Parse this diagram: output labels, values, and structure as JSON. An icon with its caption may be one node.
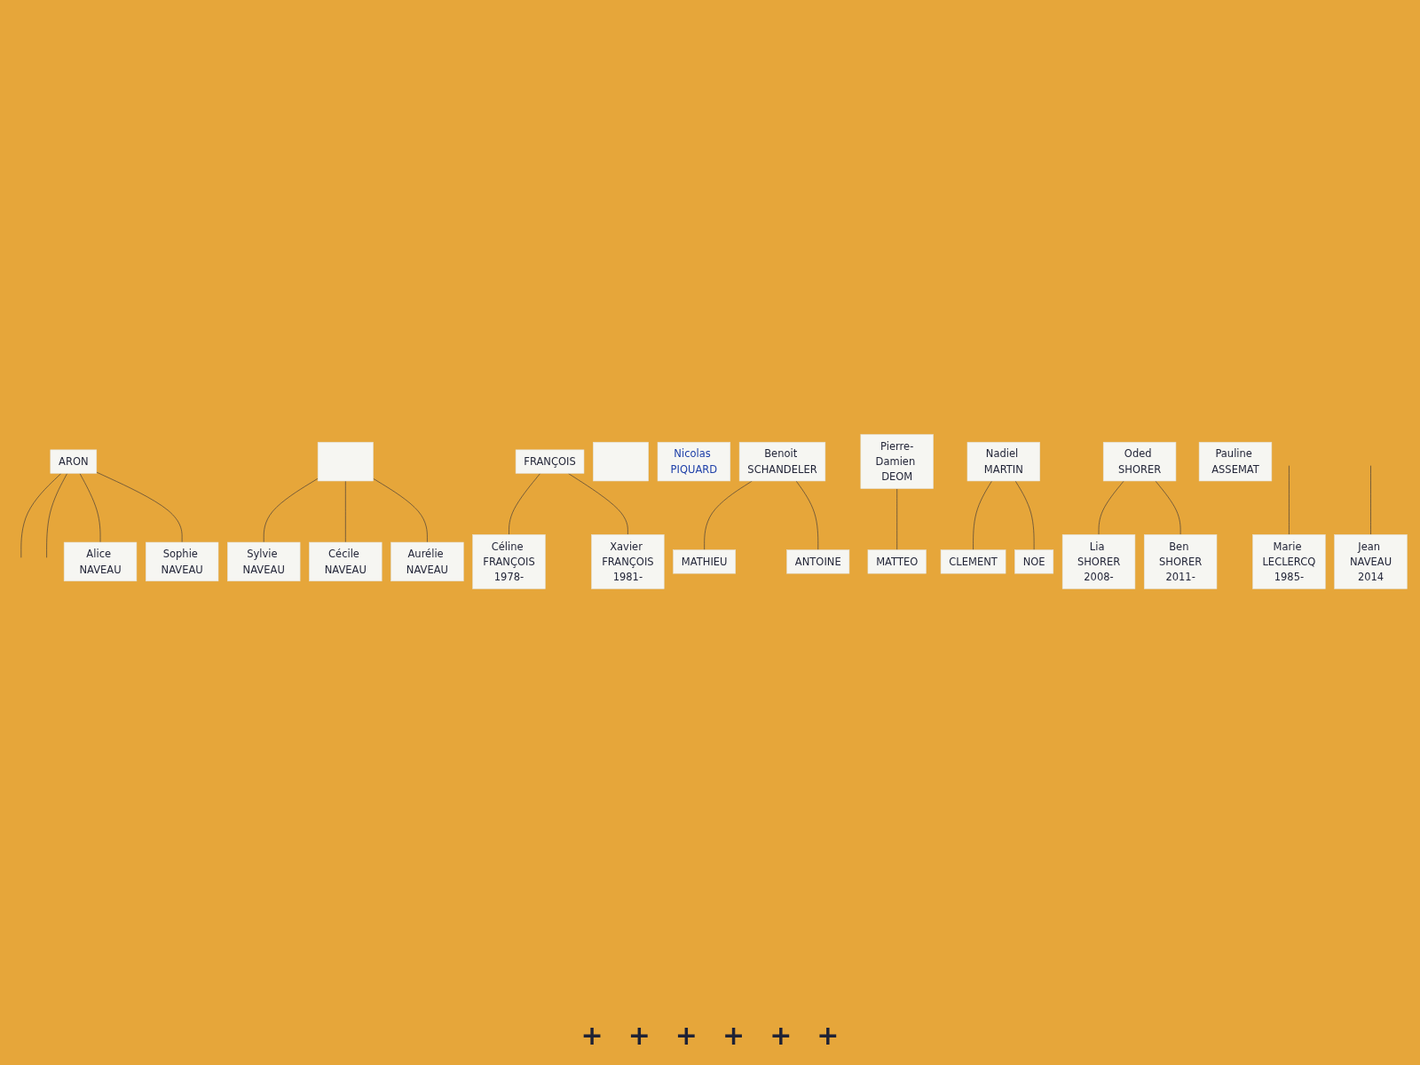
{
  "diagram": {
    "nodes": [
      {
        "text": [
          "ARON"
        ]
      },
      {
        "text": [],
        "shape": "box"
      },
      {
        "text": [
          "FRANÇOIS"
        ]
      },
      {
        "text": [],
        "shape": "box"
      },
      {
        "text": [
          "Alice NAVEAU"
        ]
      },
      {
        "text": [
          "Sophie NAVEAU"
        ]
      },
      {
        "text": [
          "Sylvie NAVEAU"
        ]
      },
      {
        "text": [
          "Cécile NAVEAU"
        ]
      },
      {
        "text": [
          "Aurélie NAVEAU"
        ]
      },
      {
        "text": [
          "Céline FRANÇOIS",
          "1978-"
        ]
      },
      {
        "text": [
          "Xavier FRANÇOIS",
          "1981-"
        ]
      },
      {
        "text": [
          "Marie LECLERCQ",
          "1985-"
        ]
      },
      {
        "text": [
          "Nicolas PIQUARD"
        ]
      },
      {
        "text": [
          "Benoit SCHANDELER"
        ]
      },
      {
        "text": [
          "Pierre-Damien DEOM"
        ]
      },
      {
        "text": [
          "Nadiel MARTIN"
        ]
      },
      {
        "text": [
          "Oded SHORER"
        ]
      },
      {
        "text": [
          "Pauline ASSEMAT"
        ]
      },
      {
        "text": [
          "MATTEO"
        ]
      },
      {
        "text": [
          "Jean NAVEAU",
          "2014"
        ]
      },
      {
        "text": [
          "MATHIEU"
        ]
      },
      {
        "text": [
          "ANTOINE"
        ]
      },
      {
        "text": [
          "Lia SHORER",
          "2008-"
        ]
      },
      {
        "text": [
          "Ben SHORER",
          "2011-"
        ]
      },
      {
        "text": [
          "CLEMENT"
        ]
      },
      {
        "text": [
          "NOE"
        ]
      }
    ],
    "edges": [
      {
        "from": 0,
        "to": null,
        "arrow": "none"
      },
      {
        "from": 0,
        "to": null,
        "arrow": "none"
      },
      {
        "from": 0,
        "to": 4,
        "arrow": "none"
      },
      {
        "from": 0,
        "to": 5,
        "arrow": "none"
      },
      {
        "from": 1,
        "to": 6,
        "arrow": "none"
      },
      {
        "from": 1,
        "to": 7,
        "arrow": "none"
      },
      {
        "from": 1,
        "to": 8,
        "arrow": "none"
      },
      {
        "from": 2,
        "to": 9,
        "arrow": "none"
      },
      {
        "from": 2,
        "to": 10,
        "arrow": "none"
      },
      {
        "from": null,
        "to": 11,
        "arrow": "none"
      },
      {
        "from": null,
        "to": 19,
        "arrow": "none"
      },
      {
        "from": 13,
        "to": 20,
        "arrow": "none"
      },
      {
        "from": 13,
        "to": 21,
        "arrow": "none"
      },
      {
        "from": 14,
        "to": 18,
        "arrow": "none"
      },
      {
        "from": 15,
        "to": 24,
        "arrow": "none"
      },
      {
        "from": 15,
        "to": 25,
        "arrow": "none"
      },
      {
        "from": 16,
        "to": 22,
        "arrow": "none"
      },
      {
        "from": 16,
        "to": 23,
        "arrow": "none"
      }
    ],
    "labels": [
      "+",
      "+",
      "+",
      "+",
      "+",
      "+"
    ]
  }
}
